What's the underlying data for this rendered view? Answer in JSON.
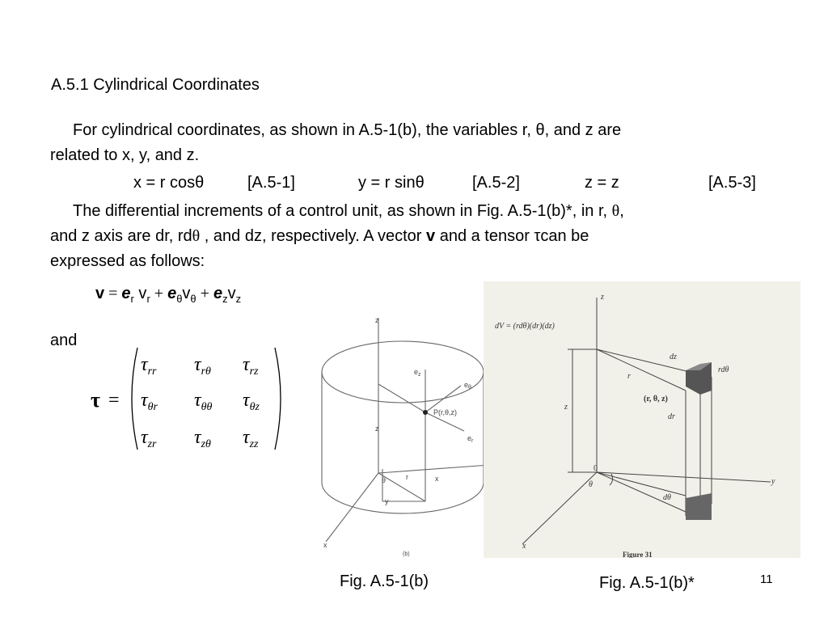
{
  "heading": "A.5.1 Cylindrical Coordinates",
  "para1": {
    "line1": "For cylindrical coordinates, as shown in A.5-1(b),  the variables r, θ, and z are",
    "line2": "related to x, y, and z."
  },
  "equations": [
    {
      "expr": "x = r cosθ",
      "tag": "[A.5-1]"
    },
    {
      "expr": "y = r sinθ",
      "tag": "[A.5-2]"
    },
    {
      "expr": "z = z",
      "tag": "[A.5-3]"
    }
  ],
  "para2": {
    "line1_a": "The differential increments of a control unit, as shown in Fig. A.5-1(b)*,  in r, ",
    "theta": "θ",
    "line1_b": ",",
    "line2_a": "and z axis are dr, rd",
    "line2_b": " , and dz, respectively. A vector ",
    "vector": "v",
    "line2_c": " and a tensor τcan be",
    "line3": "expressed as follows:"
  },
  "vector_eq": {
    "v": "v",
    "eq": " = ",
    "er": "e",
    "r_sub": "r",
    "vr": " v",
    "vr_sub": "r",
    "plus1": " + ",
    "et": "e",
    "t_sub": "θ",
    "vt": "v",
    "vt_sub": "θ",
    "plus2": " + ",
    "ez": "e",
    "z_sub": "z",
    "vz": "v",
    "vz_sub": "z"
  },
  "and_text": "and",
  "tensor": {
    "symbol": "τ",
    "equals": "=",
    "rows": [
      [
        "rr",
        "rθ",
        "rz"
      ],
      [
        "θr",
        "θθ",
        "θz"
      ],
      [
        "zr",
        "zθ",
        "zz"
      ]
    ]
  },
  "figure_left": {
    "labels": {
      "z": "z",
      "ez": "e",
      "ez_sub": "z",
      "et": "e",
      "et_sub": "θ",
      "er": "e",
      "er_sub": "r",
      "P": "P(r,θ,z)",
      "zlab": "z",
      "theta": "θ",
      "r": "r",
      "x": "x",
      "y": "y",
      "xaxis": "x",
      "sub": "(b)"
    }
  },
  "figure_right": {
    "labels": {
      "dV": "dV = (rdθ)(dr)(dz)",
      "z": "z",
      "dz": "dz",
      "rdtheta": "rdθ",
      "r": "r",
      "point": "(r, θ, z)",
      "dr": "dr",
      "zmid": "z",
      "origin": "0",
      "theta": "θ",
      "dtheta": "dθ",
      "y": "y",
      "x": "x",
      "figure": "Figure 31"
    }
  },
  "captions": {
    "left": "Fig. A.5-1(b)",
    "right": "Fig. A.5-1(b)*"
  },
  "page_number": "11"
}
